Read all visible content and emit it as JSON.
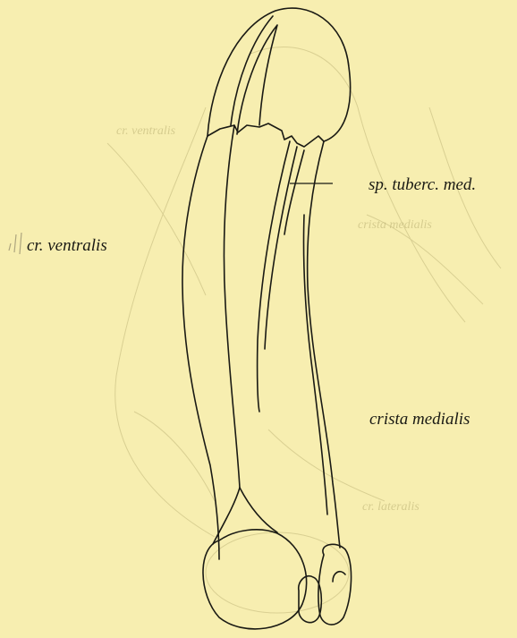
{
  "labels": {
    "sp_tuberc_med": "sp. tuberc. med.",
    "cr_ventralis": "cr. ventralis",
    "crista_medialis": "crista medialis"
  },
  "colors": {
    "paper": "#f7eeb0",
    "ink": "#1a1a14",
    "ghost": "#b5ab6e"
  }
}
